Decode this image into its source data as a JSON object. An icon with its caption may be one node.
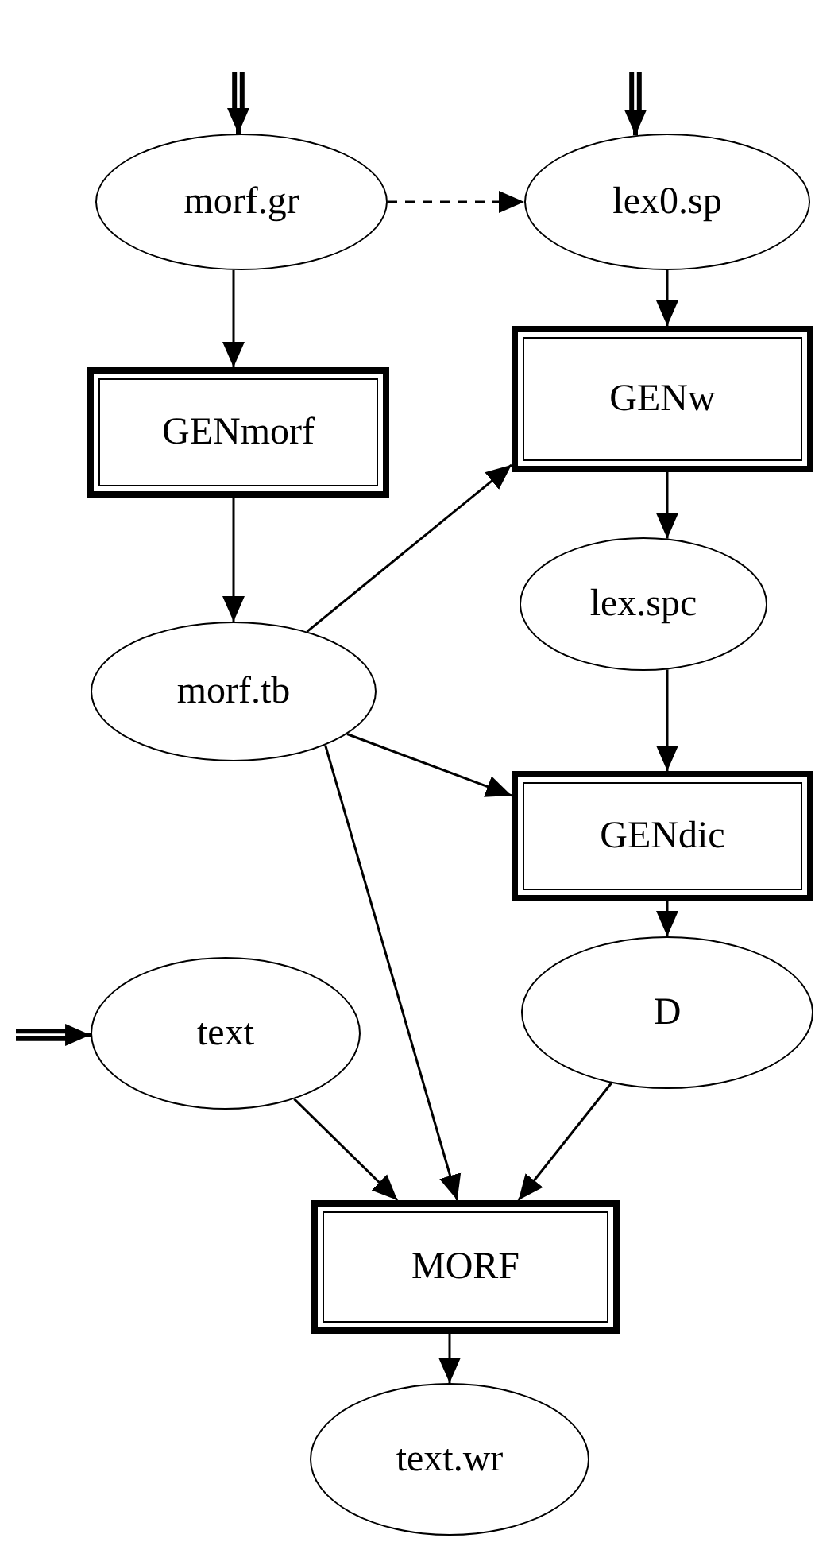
{
  "diagram": {
    "nodes": [
      {
        "text": [
          "morf.gr"
        ]
      },
      {
        "text": [
          "lex0.sp"
        ]
      },
      {
        "text": [
          "GENmorf"
        ]
      },
      {
        "text": [
          "GENw"
        ]
      },
      {
        "text": [
          "lex.spc"
        ]
      },
      {
        "text": [
          "morf.tb"
        ]
      },
      {
        "text": [
          "GENdic"
        ]
      },
      {
        "text": [
          "text"
        ]
      },
      {
        "text": [
          "D"
        ]
      },
      {
        "text": [
          "MORF"
        ]
      },
      {
        "text": [
          "text.wr"
        ]
      }
    ],
    "edges": [
      {
        "from": null,
        "to": 0,
        "arrow": "to",
        "style": "thick"
      },
      {
        "from": null,
        "to": 1,
        "arrow": "to",
        "style": "thick"
      },
      {
        "from": 0,
        "to": 1,
        "arrow": "to",
        "style": "dashed"
      },
      {
        "from": 0,
        "to": 2,
        "arrow": "to"
      },
      {
        "from": 1,
        "to": 3,
        "arrow": "to"
      },
      {
        "from": 2,
        "to": 5,
        "arrow": "to"
      },
      {
        "from": 5,
        "to": 3,
        "arrow": "to"
      },
      {
        "from": 3,
        "to": 4,
        "arrow": "to"
      },
      {
        "from": 4,
        "to": 6,
        "arrow": "to"
      },
      {
        "from": 5,
        "to": 6,
        "arrow": "to"
      },
      {
        "from": 5,
        "to": 9,
        "arrow": "to"
      },
      {
        "from": 6,
        "to": 8,
        "arrow": "to"
      },
      {
        "from": null,
        "to": 7,
        "arrow": "to",
        "style": "thick"
      },
      {
        "from": 7,
        "to": 9,
        "arrow": "to"
      },
      {
        "from": 8,
        "to": 9,
        "arrow": "to"
      },
      {
        "from": 9,
        "to": 10,
        "arrow": "to"
      }
    ]
  }
}
